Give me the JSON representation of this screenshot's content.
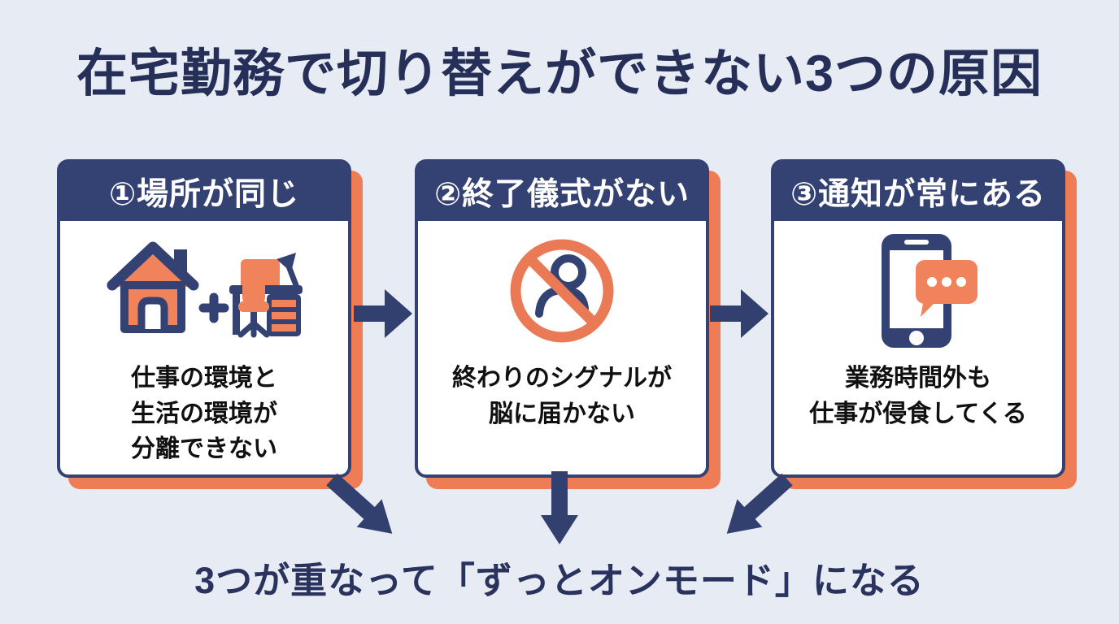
{
  "title": "在宅勤務で切り替えができない3つの原因",
  "cards": [
    {
      "number": "①",
      "header": "①場所が同じ",
      "icon": "house-plus-desk-icon",
      "lines": [
        "仕事の環境と",
        "生活の環境が",
        "分離できない"
      ]
    },
    {
      "number": "②",
      "header": "②終了儀式がない",
      "icon": "no-person-prohibition-icon",
      "lines": [
        "終わりのシグナルが",
        "脳に届かない"
      ]
    },
    {
      "number": "③",
      "header": "③通知が常にある",
      "icon": "smartphone-notification-icon",
      "lines": [
        "業務時間外も",
        "仕事が侵食してくる"
      ]
    }
  ],
  "conclusion": "3つが重なって「ずっとオンモード」になる",
  "colors": {
    "background": "#e7ecf4",
    "navy": "#344273",
    "navy_title": "#262f58",
    "arrow_navy": "#31406e",
    "orange": "#ee7c55",
    "body_text": "#101010",
    "header_text": "#ffffff",
    "card_bg": "#ffffff"
  }
}
